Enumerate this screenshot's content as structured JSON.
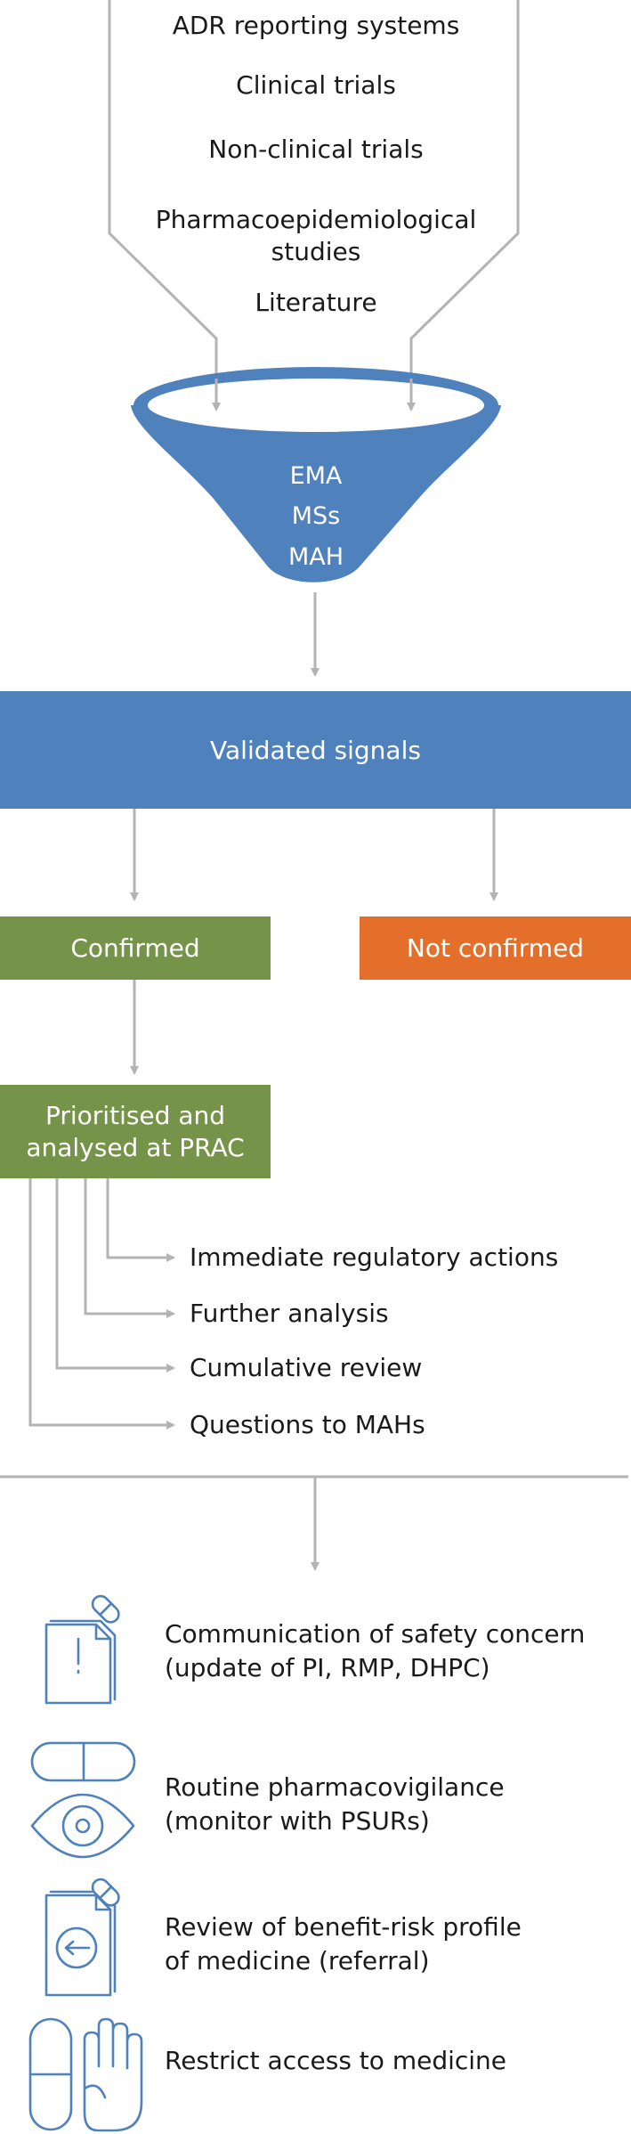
{
  "sources": [
    "ADR reporting systems",
    "Clinical trials",
    "Non-clinical trials",
    "Pharmacoepidemiological",
    "studies",
    "Literature"
  ],
  "funnel": [
    "EMA",
    "MSs",
    "MAH"
  ],
  "validated": "Validated signals",
  "confirmed": "Confirmed",
  "not_confirmed": "Not confirmed",
  "prac": [
    "Prioritised and",
    "analysed at PRAC"
  ],
  "actions": [
    "Immediate regulatory actions",
    "Further analysis",
    "Cumulative review",
    "Questions to MAHs"
  ],
  "outcomes": [
    {
      "line1": "Communication of safety concern",
      "line2": "(update of PI, RMP, DHPC)",
      "icon": "document-alert-pill-icon"
    },
    {
      "line1": "Routine pharmacovigilance",
      "line2": "(monitor with PSURs)",
      "icon": "eye-pill-icon"
    },
    {
      "line1": "Review of benefit-risk profile",
      "line2": "of medicine (referral)",
      "icon": "document-referral-pill-icon"
    },
    {
      "line1": "Restrict access to medicine",
      "line2": "",
      "icon": "hand-stop-pill-icon"
    }
  ],
  "colors": {
    "blue": "#4f81bd",
    "green": "#76934a",
    "orange": "#e46f2a",
    "connector": "#b3b3b3",
    "icon": "#4f81bd"
  }
}
